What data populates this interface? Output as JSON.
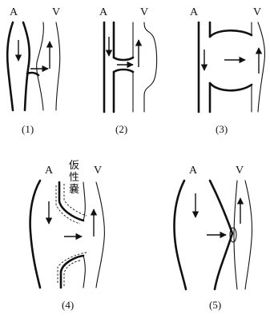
{
  "panels": [
    {
      "artery_label": "A",
      "vein_label": "V",
      "caption": "(1)"
    },
    {
      "artery_label": "A",
      "vein_label": "V",
      "caption": "(2)"
    },
    {
      "artery_label": "A",
      "vein_label": "V",
      "caption": "(3)"
    },
    {
      "artery_label": "A",
      "vein_label": "V",
      "caption": "(4)",
      "annotation": [
        "仮",
        "性",
        "嚢"
      ]
    },
    {
      "artery_label": "A",
      "vein_label": "V",
      "caption": "(5)"
    }
  ]
}
